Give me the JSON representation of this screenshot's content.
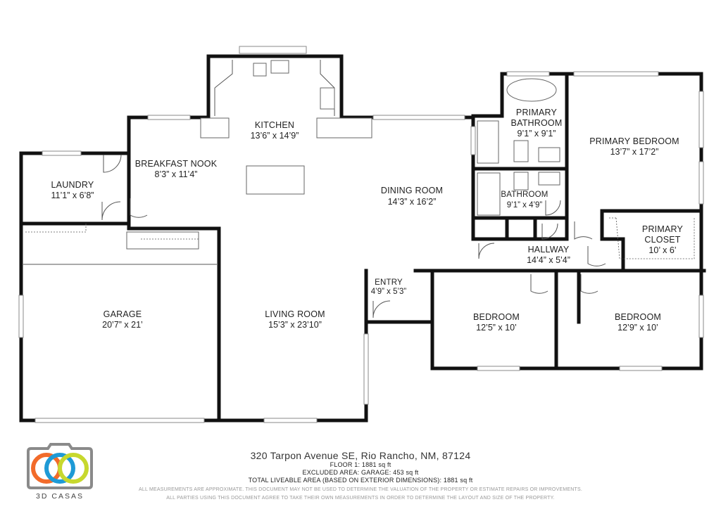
{
  "rooms": {
    "kitchen": {
      "name": "KITCHEN",
      "dim": "13’6” x 14’9”"
    },
    "breakfast_nook": {
      "name": "BREAKFAST NOOK",
      "dim": "8’3” x 11’4”"
    },
    "laundry": {
      "name": "LAUNDRY",
      "dim": "11’1” x 6’8”"
    },
    "dining_room": {
      "name": "DINING ROOM",
      "dim": "14’3” x 16’2”"
    },
    "primary_bathroom": {
      "name_line1": "PRIMARY",
      "name_line2": "BATHROOM",
      "dim": "9’1” x 9’1”"
    },
    "primary_bedroom": {
      "name": "PRIMARY BEDROOM",
      "dim": "13’7” x 17’2”"
    },
    "bathroom": {
      "name": "BATHROOM",
      "dim": "9’1” x 4’9”"
    },
    "primary_closet": {
      "name_line1": "PRIMARY",
      "name_line2": "CLOSET",
      "dim": "10’ x 6’"
    },
    "hallway": {
      "name": "HALLWAY",
      "dim": "14’4” x 5’4”"
    },
    "garage": {
      "name": "GARAGE",
      "dim": "20’7” x 21’"
    },
    "living_room": {
      "name": "LIVING ROOM",
      "dim": "15’3” x 23’10”"
    },
    "entry": {
      "name": "ENTRY",
      "dim": "4’9” x 5’3”"
    },
    "bedroom_1": {
      "name": "BEDROOM",
      "dim": "12’5” x 10’"
    },
    "bedroom_2": {
      "name": "BEDROOM",
      "dim": "12’9” x 10’"
    }
  },
  "footer": {
    "address": "320 Tarpon Avenue SE, Rio Rancho, NM, 87124",
    "floor": "FLOOR 1: 1881 sq ft",
    "excluded": "EXCLUDED AREA: GARAGE: 453 sq ft",
    "total": "TOTAL LIVEABLE AREA (BASED ON EXTERIOR DIMENSIONS): 1881 sq ft",
    "disclaimer1": "ALL MEASUREMENTS ARE APPROXIMATE. THIS DOCUMENT MAY NOT BE USED TO DETERMINE THE VALUATION OF THE PROPERTY OR ESTIMATE REPAIRS OR IMPROVEMENTS.",
    "disclaimer2": "ALL PARTIES USING THIS DOCUMENT AGREE TO TAKE THEIR OWN MEASUREMENTS IN ORDER TO DETERMINE THE LAYOUT AND SIZE OF THE PROPERTY."
  },
  "brand": {
    "name": "3D CASAS",
    "colors": {
      "orange": "#f26b2a",
      "blue": "#1e9ad6",
      "green": "#c7d82d",
      "gray": "#8a8a8a"
    }
  }
}
